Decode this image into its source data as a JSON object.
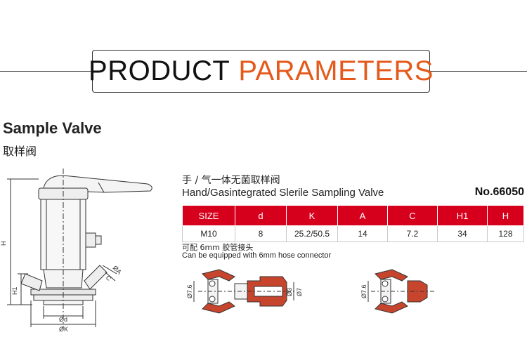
{
  "banner": {
    "part1": "PRODUCT",
    "part2": "PARAMETERS",
    "accent_color": "#e55a1b"
  },
  "product": {
    "title_en": "Sample Valve",
    "title_cn": "取样阀"
  },
  "subtitle": {
    "cn": "手 / 气一体无菌取样阀",
    "en": "Hand/Gasintegrated Slerile Sampling Valve",
    "model": "No.66050"
  },
  "table": {
    "header_color": "#d6001c",
    "headers": [
      "SIZE",
      "d",
      "K",
      "A",
      "C",
      "H1",
      "H"
    ],
    "rows": [
      [
        "M10",
        "8",
        "25.2/50.5",
        "14",
        "7.2",
        "34",
        "128"
      ]
    ]
  },
  "note": {
    "cn": "可配 6mm 胶管接头",
    "en": "Can be equipped with 6mm hose connector"
  },
  "drawing": {
    "dims": {
      "H": "H",
      "H1": "H1",
      "d": "Ød",
      "K": "ØK",
      "A": "ØA",
      "C": "C"
    },
    "section_left": {
      "a": "Ø7.6",
      "b": "Ø3",
      "c": "Ø7"
    },
    "section_right": {
      "a": "Ø7.6"
    }
  }
}
